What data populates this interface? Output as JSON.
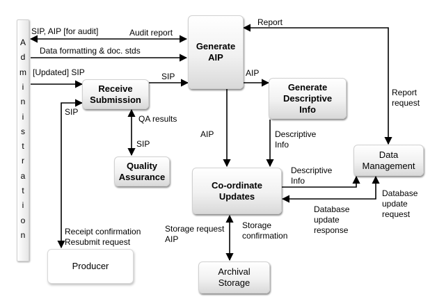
{
  "nodes": {
    "administration": "Administration",
    "generate_aip": [
      "Generate",
      "AIP"
    ],
    "receive_submission": [
      "Receive",
      "Submission"
    ],
    "generate_descriptive_info": [
      "Generate",
      "Descriptive",
      "Info"
    ],
    "quality_assurance": [
      "Quality",
      "Assurance"
    ],
    "coordinate_updates": [
      "Co-ordinate",
      "Updates"
    ],
    "data_management": [
      "Data",
      "Management"
    ],
    "producer": "Producer",
    "archival_storage": [
      "Archival",
      "Storage"
    ]
  },
  "labels": {
    "sip_aip_audit": "SIP, AIP [for audit]",
    "audit_report": "Audit report",
    "data_formatting": "Data formatting & doc. stds",
    "updated_sip": "[Updated] SIP",
    "sip_receive_to_aip": "SIP",
    "aip_to_descriptive": "AIP",
    "report": "Report",
    "report_request": [
      "Report",
      "request"
    ],
    "sip_producer": "SIP",
    "qa_results": "QA results",
    "sip_qa": "SIP",
    "aip_down": "AIP",
    "descriptive_info_down": [
      "Descriptive",
      "Info"
    ],
    "descriptive_info_right": [
      "Descriptive",
      "Info"
    ],
    "database_update_request": [
      "Database",
      "update",
      "request"
    ],
    "database_update_response": [
      "Database",
      "update",
      "response"
    ],
    "storage_request": [
      "Storage request",
      "AIP"
    ],
    "storage_confirmation": [
      "Storage",
      "confirmation"
    ],
    "receipt_confirmation": [
      "Receipt confirmation",
      "Resubmit request"
    ]
  }
}
